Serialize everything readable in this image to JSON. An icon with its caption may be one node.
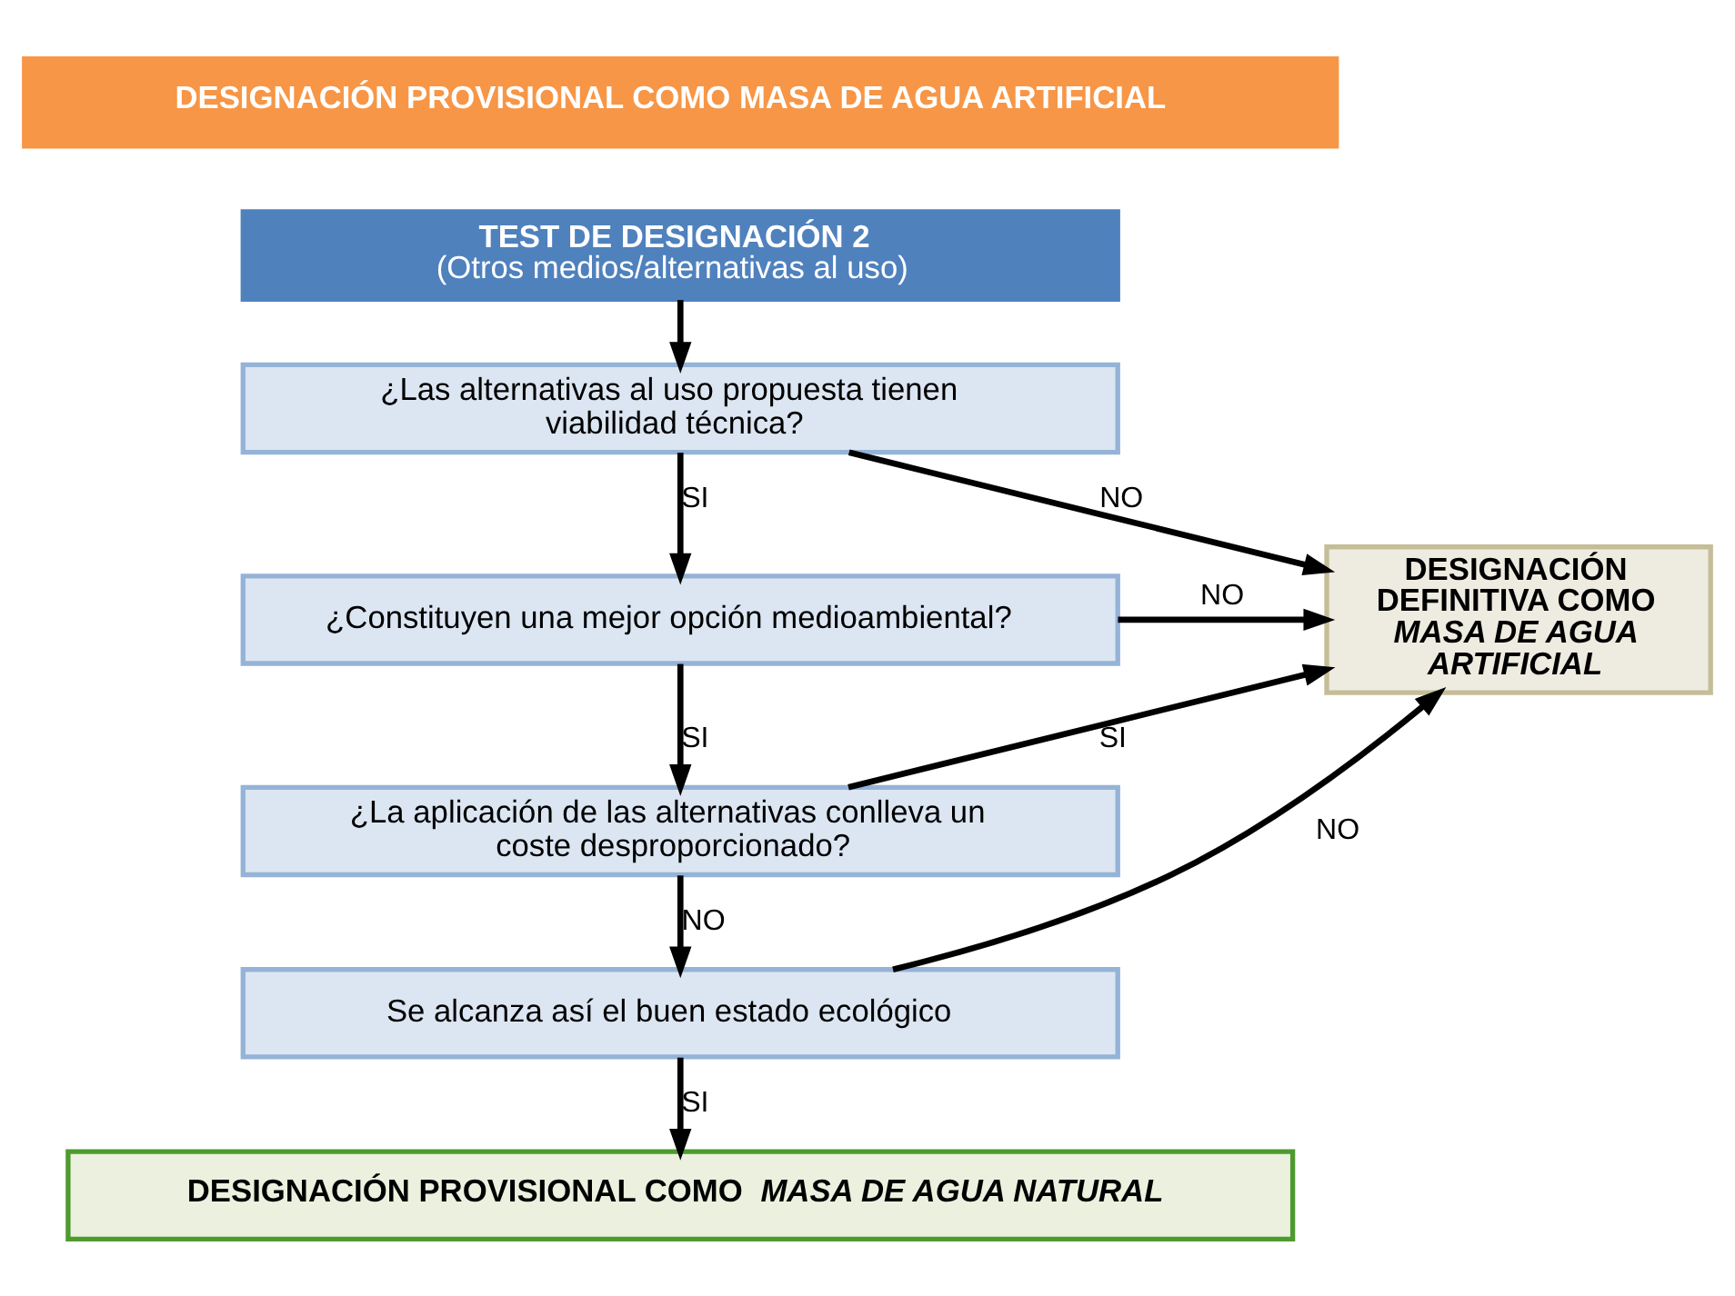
{
  "diagram": {
    "nodes": [
      {
        "text": [
          "DESIGNACIÓN PROVISIONAL COMO MASA DE AGUA ARTIFICIAL"
        ]
      },
      {
        "text": [
          "TEST DE DESIGNACIÓN 2",
          "(Otros medios/alternativas al uso)"
        ]
      },
      {
        "text": [
          "¿Las alternativas al uso propuesta tienen viabilidad técnica?"
        ]
      },
      {
        "text": [
          "¿Constituyen una mejor opción medioambiental?"
        ]
      },
      {
        "text": [
          "¿La aplicación de las alternativas conlleva un coste desproporcionado?"
        ]
      },
      {
        "text": [
          "Se alcanza así el buen estado ecológico"
        ]
      },
      {
        "text": [
          "DESIGNACIÓN DEFINITIVA COMO *MASA DE AGUA ARTIFICIAL*"
        ]
      },
      {
        "text": [
          "DESIGNACIÓN PROVISIONAL COMO *MASA DE AGUA NATURAL*"
        ]
      }
    ],
    "edges": [
      {
        "from": 1,
        "to": 2,
        "arrow": "to"
      },
      {
        "from": 2,
        "to": 3,
        "label": "SI",
        "arrow": "to"
      },
      {
        "from": 3,
        "to": 4,
        "label": "SI",
        "arrow": "to"
      },
      {
        "from": 4,
        "to": 5,
        "label": "NO",
        "arrow": "to"
      },
      {
        "from": 5,
        "to": 7,
        "label": "SI",
        "arrow": "to"
      },
      {
        "from": 2,
        "to": 6,
        "label": "NO",
        "arrow": "to"
      },
      {
        "from": 3,
        "to": 6,
        "label": "NO",
        "arrow": "to"
      },
      {
        "from": 4,
        "to": 6,
        "label": "SI",
        "arrow": "to"
      },
      {
        "from": 5,
        "to": 6,
        "label": "NO",
        "arrow": "to"
      }
    ]
  }
}
